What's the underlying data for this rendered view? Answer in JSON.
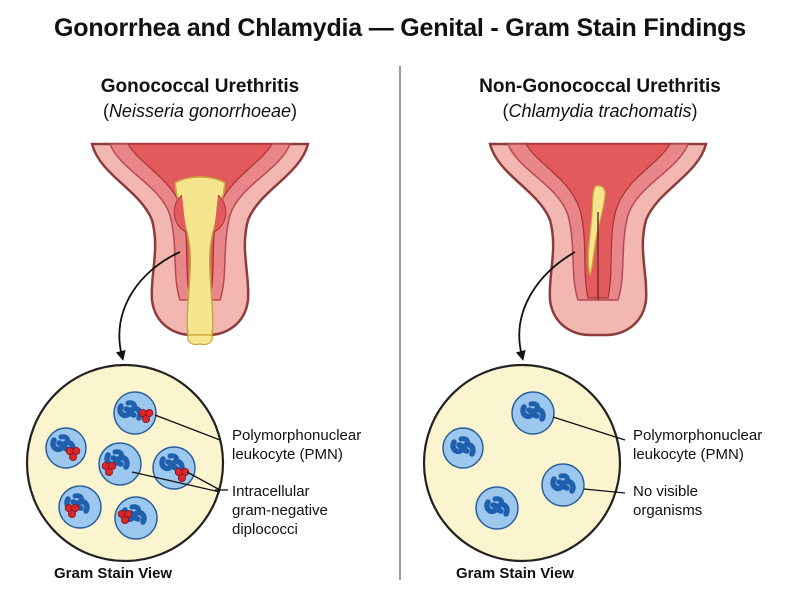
{
  "title": "Gonorrhea and Chlamydia — Genital - Gram Stain Findings",
  "left_panel": {
    "heading": "Gonococcal Urethritis",
    "organism_open": "(",
    "organism": "Neisseria gonorrhoeae",
    "organism_close": ")",
    "label_pmn_line1": "Polymorphonuclear",
    "label_pmn_line2": "leukocyte (PMN)",
    "label_dip_line1": "Intracellular",
    "label_dip_line2": "gram-negative",
    "label_dip_line3": "diplococci",
    "caption": "Gram Stain View"
  },
  "right_panel": {
    "heading": "Non-Gonococcal Urethritis",
    "organism_open": "(",
    "organism": "Chlamydia trachomatis",
    "organism_close": ")",
    "label_pmn_line1": "Polymorphonuclear",
    "label_pmn_line2": "leukocyte (PMN)",
    "label_none_line1": "No visible",
    "label_none_line2": "organisms",
    "caption": "Gram Stain View"
  },
  "colors": {
    "tissue_outer": "#f2b7b0",
    "tissue_inner": "#e25a5c",
    "discharge": "#f4e58e",
    "field": "#fbf5cf",
    "cell": "#9cc7ee",
    "nucleus": "#1f5fad",
    "diplococci": "#d9272e"
  }
}
